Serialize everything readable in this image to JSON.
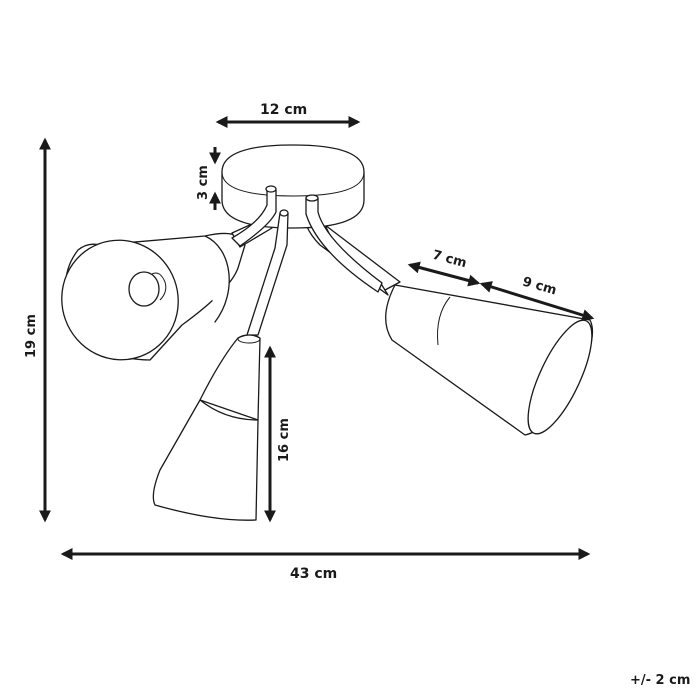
{
  "diagram": {
    "subject": "3-arm ceiling spotlight with cone shades",
    "dimensions": {
      "canopy_width": "12 cm",
      "canopy_height": "3 cm",
      "shade_neck_length": "7 cm",
      "shade_length": "9 cm",
      "shade_total_height": "16 cm",
      "total_height": "19 cm",
      "total_width": "43 cm"
    },
    "tolerance": "+/- 2 cm",
    "colors": {
      "line": "#1a1a1a",
      "background": "#ffffff"
    }
  }
}
